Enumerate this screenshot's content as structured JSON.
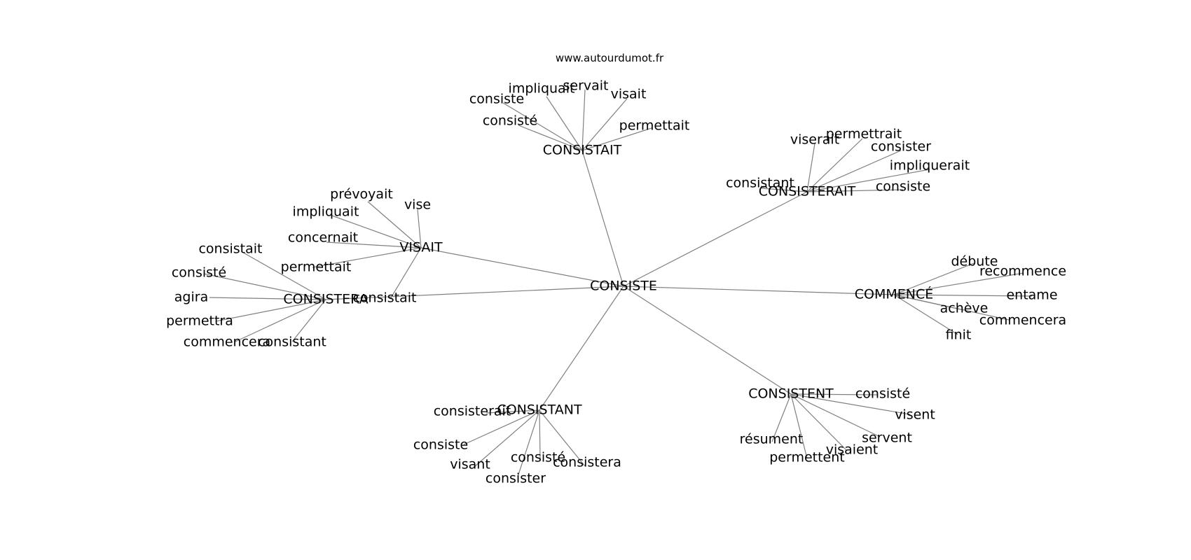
{
  "source_text": "www.autourdumot.fr",
  "colors": {
    "edge": "#808080",
    "text": "#000000",
    "background": "#ffffff"
  },
  "center": {
    "id": "center",
    "label": "CONSISTE"
  },
  "hubs": [
    {
      "id": "consistait",
      "label": "CONSISTAIT",
      "children": [
        "consiste",
        "impliquait",
        "servait",
        "visait",
        "consisté",
        "permettait"
      ]
    },
    {
      "id": "consisterait",
      "label": "CONSISTERAIT",
      "children": [
        "viserait",
        "permettrait",
        "consister",
        "impliquerait",
        "consistant",
        "consiste"
      ]
    },
    {
      "id": "visait",
      "label": "VISAIT",
      "children": [
        "prévoyait",
        "vise",
        "impliquait",
        "concernait",
        "permettait",
        "consistait"
      ]
    },
    {
      "id": "consistera",
      "label": "CONSISTERA",
      "children": [
        "consistait",
        "consisté",
        "agira",
        "permettra",
        "commencera",
        "consistant"
      ]
    },
    {
      "id": "commence",
      "label": "COMMENCÉ",
      "children": [
        "débute",
        "recommence",
        "entame",
        "achève",
        "commencera",
        "finit"
      ]
    },
    {
      "id": "consistent",
      "label": "CONSISTENT",
      "children": [
        "consisté",
        "visent",
        "servent",
        "résument",
        "visaient",
        "permettent"
      ]
    },
    {
      "id": "consistant",
      "label": "CONSISTANT",
      "children": [
        "consisterait",
        "consiste",
        "visant",
        "consisté",
        "consister",
        "consistera"
      ]
    }
  ]
}
